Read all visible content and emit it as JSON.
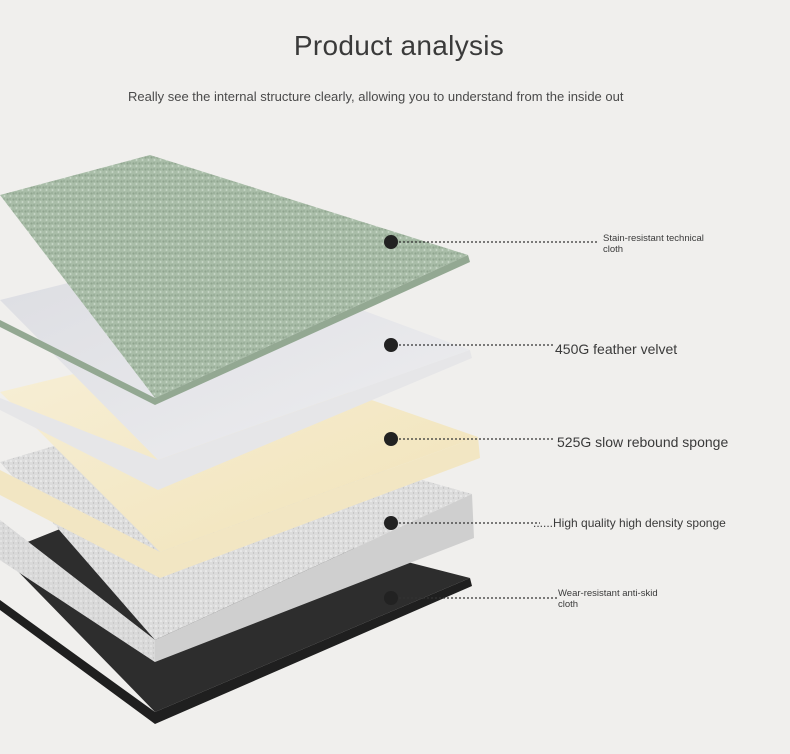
{
  "page": {
    "title": "Product analysis",
    "subtitle": "Really see the internal structure clearly, allowing you to understand from the inside out"
  },
  "layers": [
    {
      "label": "Stain-resistant technical cloth",
      "color": "#a8bca7"
    },
    {
      "label": "450G feather velvet",
      "color": "#e4e4e6"
    },
    {
      "label": "525G slow rebound sponge",
      "color": "#f4e9c9"
    },
    {
      "label": "......High quality high density sponge",
      "color": "#e1e1e1"
    },
    {
      "label": "Wear-resistant anti-skid cloth",
      "color": "#2f2f2f"
    }
  ]
}
